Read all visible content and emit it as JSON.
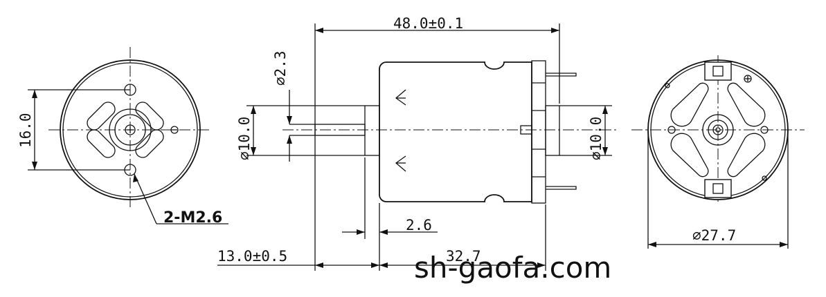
{
  "dimensions": {
    "overall_length": "48.0±0.1",
    "shaft_diameter": "⌀2.3",
    "left_boss_diameter": "⌀10.0",
    "right_boss_diameter": "⌀10.0",
    "hole_spacing": "16.0",
    "mount_holes": "2-M2.6",
    "step_length": "2.6",
    "shaft_length": "13.0±0.5",
    "body_length": "32.7",
    "outer_diameter": "⌀27.7"
  },
  "watermark": "sh-gaofa.com"
}
